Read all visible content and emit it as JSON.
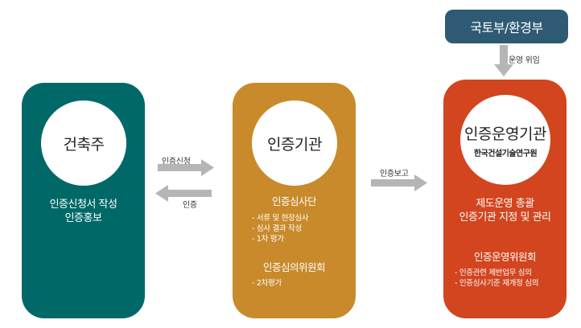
{
  "colors": {
    "owner": "#006967",
    "institution": "#c98a2c",
    "operator": "#d2451e",
    "ministry": "#2e5b73",
    "arrow": "#b5b5b5"
  },
  "ministry": {
    "label": "국토부/환경부"
  },
  "arrows": {
    "delegate": "운영 위임",
    "apply": "인증신청",
    "certify": "인증",
    "report": "인증보고"
  },
  "owner": {
    "title": "건축주",
    "desc_lines": [
      "인증신청서 작성",
      "인증홍보"
    ]
  },
  "institution": {
    "title": "인증기관",
    "group1": {
      "title": "인증심사단",
      "items": [
        "- 서류 및 현장심사",
        "- 심사 결과 작성",
        "- 1차 평가"
      ]
    },
    "group2": {
      "title": "인증심의위원회",
      "items": [
        "- 2차평가"
      ]
    }
  },
  "operator": {
    "title": "인증운영기관",
    "subtitle": "한국건설기술연구원",
    "desc_lines": [
      "제도운영 총괄",
      "인증기관 지정 및 관리"
    ],
    "committee": {
      "title": "인증운영위원회",
      "items": [
        "- 인증관련 제반업무 심의",
        "- 인증심사기준 재개정 심의"
      ]
    }
  }
}
